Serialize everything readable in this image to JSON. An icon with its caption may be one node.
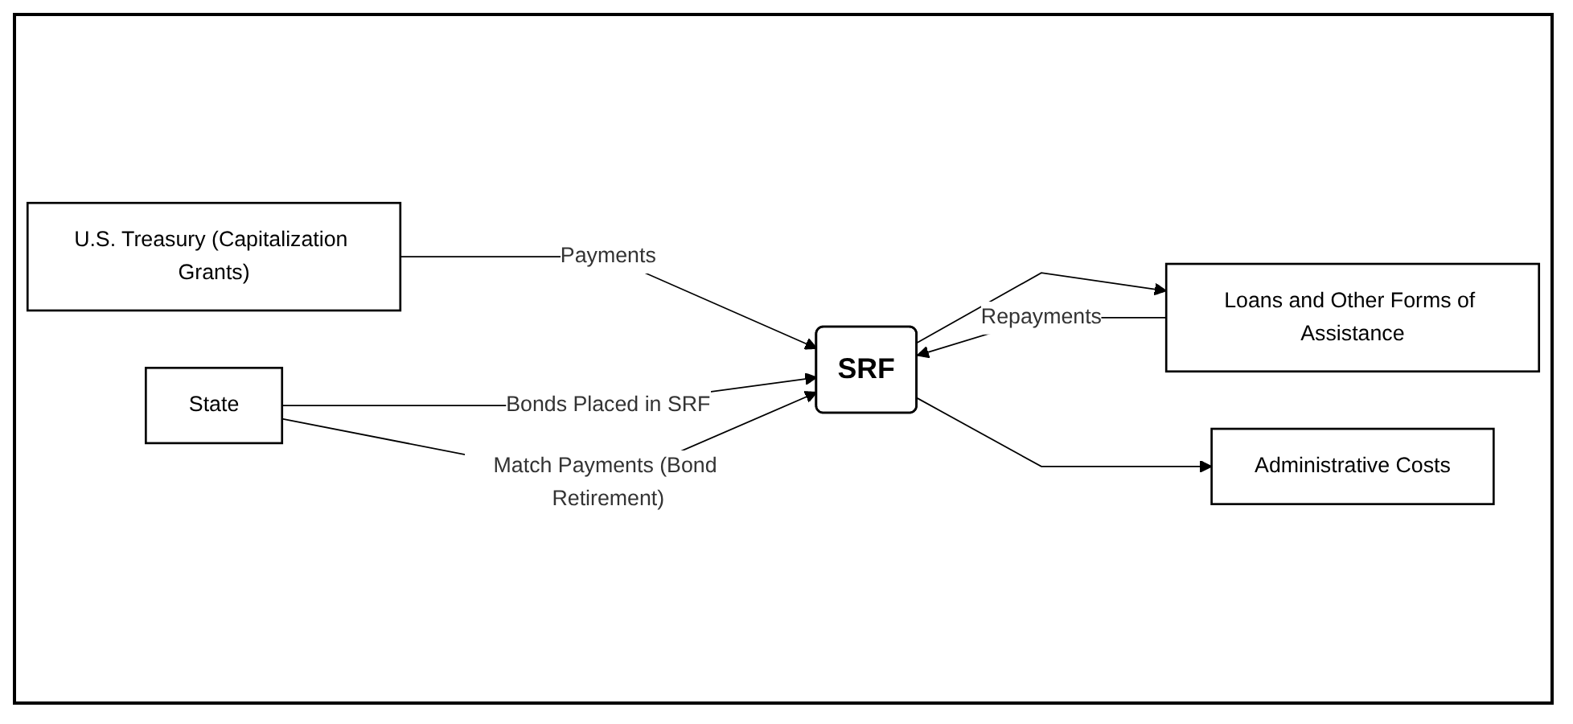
{
  "diagram": {
    "nodes": [
      {
        "text": [
          "U.S. Treasury (Capitalization Grants)"
        ]
      },
      {
        "text": [
          "Loans and Other Forms of Assistance"
        ]
      },
      {
        "text": [
          "SRF"
        ]
      },
      {
        "text": [
          "State"
        ]
      },
      {
        "text": [
          "Administrative Costs"
        ]
      }
    ],
    "edges": [
      {
        "from": 0,
        "to": 2,
        "arrow": "to",
        "label": "Payments"
      },
      {
        "from": 1,
        "to": 2,
        "arrow": "to",
        "label": "Repayments"
      },
      {
        "from": 3,
        "to": 2,
        "arrow": "to",
        "label": "Bonds Placed in SRF"
      },
      {
        "from": 3,
        "to": 2,
        "arrow": "to",
        "label": "Match Payments (Bond Retirement)"
      },
      {
        "from": 2,
        "to": 1,
        "arrow": "to"
      },
      {
        "from": 2,
        "to": 4,
        "arrow": "to"
      }
    ]
  }
}
